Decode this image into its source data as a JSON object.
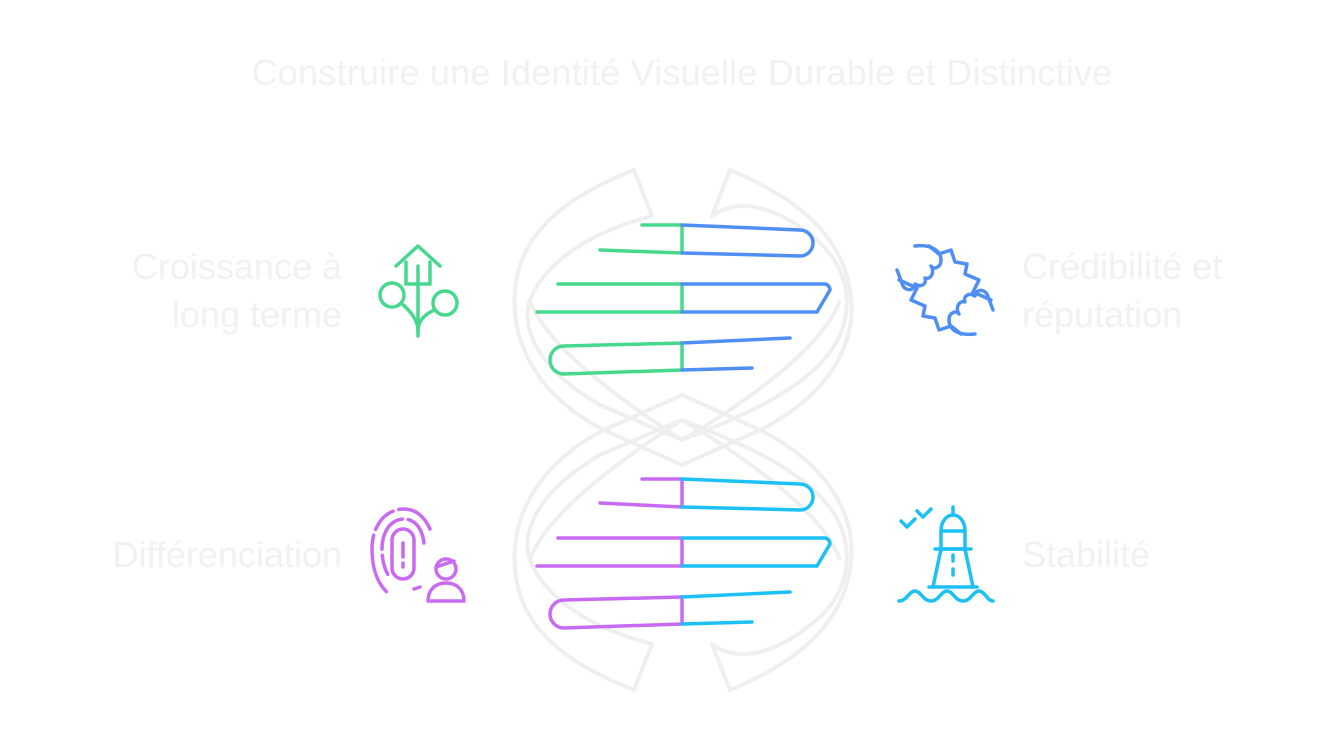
{
  "title": "Construire une Identité Visuelle Durable et Distinctive",
  "colors": {
    "text": "#f1f1f1",
    "helix_outline": "#efefef",
    "green": "#46d98e",
    "blue": "#4f8ff4",
    "purple": "#c86af2",
    "cyan": "#1cc0f5"
  },
  "items": [
    {
      "position": "top-left",
      "label_line1": "Croissance à",
      "label_line2": "long terme",
      "icon": "growth-house-plant-icon",
      "color": "#46d98e"
    },
    {
      "position": "top-right",
      "label_line1": "Crédibilité et",
      "label_line2": "réputation",
      "icon": "handshake-fist-bump-icon",
      "color": "#4f8ff4"
    },
    {
      "position": "bottom-left",
      "label_line1": "Différenciation",
      "icon": "fingerprint-user-icon",
      "color": "#c86af2"
    },
    {
      "position": "bottom-right",
      "label_line1": "Stabilité",
      "icon": "lighthouse-icon",
      "color": "#1cc0f5"
    }
  ]
}
